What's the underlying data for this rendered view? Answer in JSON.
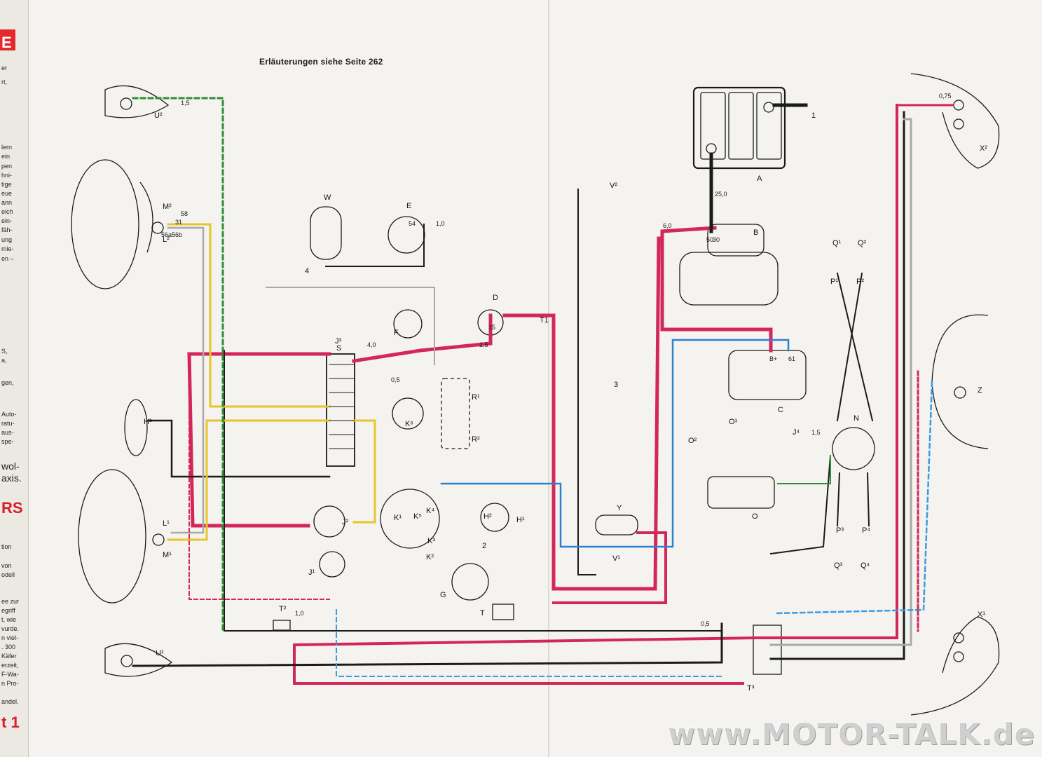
{
  "header_note": "Erläuterungen siehe Seite 262",
  "watermark": "www.MOTOR-TALK.de",
  "left_page_edge": {
    "fragments": [
      "E",
      "er",
      "rt,",
      "lern",
      "ein",
      "pen",
      "hni-",
      "tige",
      "eue",
      "ann",
      "eich",
      "ein-",
      "fäh-",
      "ung",
      "mie-",
      "en –",
      "S,",
      "a,",
      "gen,",
      "Auto-",
      "ratu-",
      "aus-",
      "spe-",
      "wol-",
      "axis.",
      "RS",
      "tion",
      "von",
      "odell",
      "ee zur",
      "egriff",
      "t, wie",
      "vurde.",
      "n viel-",
      ". 300",
      "Käfer",
      "erzeit,",
      "F-Wa-",
      "n Pro-",
      "andel.",
      "t 1"
    ]
  },
  "components": {
    "U2": "U²",
    "U1": "U¹",
    "L2": "L²",
    "L1": "L¹",
    "M2": "M²",
    "M1": "M¹",
    "H3": "H³",
    "W": "W",
    "E": "E",
    "S": "S",
    "F": "F",
    "D": "D",
    "T1": "T1",
    "K6": "K⁶",
    "R1": "R¹",
    "R2": "R²",
    "J3": "J³",
    "J2": "J²",
    "J1": "J¹",
    "K1": "K¹",
    "K5": "K⁵",
    "K4": "K⁴",
    "K3": "K³",
    "K2": "K²",
    "H1": "H¹",
    "H2": "H²",
    "G": "G",
    "T": "T",
    "T2": "T²",
    "T3": "T³",
    "A": "A",
    "B": "B",
    "C": "C",
    "V2": "V²",
    "V1": "V¹",
    "Y": "Y",
    "O": "O",
    "O1": "O¹",
    "O2": "O²",
    "J4": "J⁴",
    "N": "N",
    "Z": "Z",
    "Q1": "Q¹",
    "Q2": "Q²",
    "Q3": "Q³",
    "Q4": "Q⁴",
    "P1": "P¹",
    "P2": "P²",
    "P3": "P³",
    "P4": "P⁴",
    "X2": "X²",
    "X1": "X¹",
    "g1": "1",
    "g2": "2",
    "g3": "3",
    "g4": "4"
  },
  "wire_gauges": [
    "1,5",
    "0,5",
    "1,0",
    "2,5",
    "4,0",
    "6,0",
    "25,0",
    "0,75",
    "1,5",
    "1,0",
    "0,5"
  ],
  "terminals": [
    "31",
    "56a",
    "56b",
    "58",
    "30",
    "54",
    "15",
    "50",
    "61",
    "B+"
  ],
  "wire_colors": {
    "red": "#d3275a",
    "black": "#1b1b1b",
    "yellow": "#e8c62a",
    "grey": "#a9a9a9",
    "blue": "#2f7fd0",
    "green": "#2f8f3a",
    "brown": "#6b3f1f",
    "white": "#ffffff",
    "lightblue": "#3a9be0"
  }
}
